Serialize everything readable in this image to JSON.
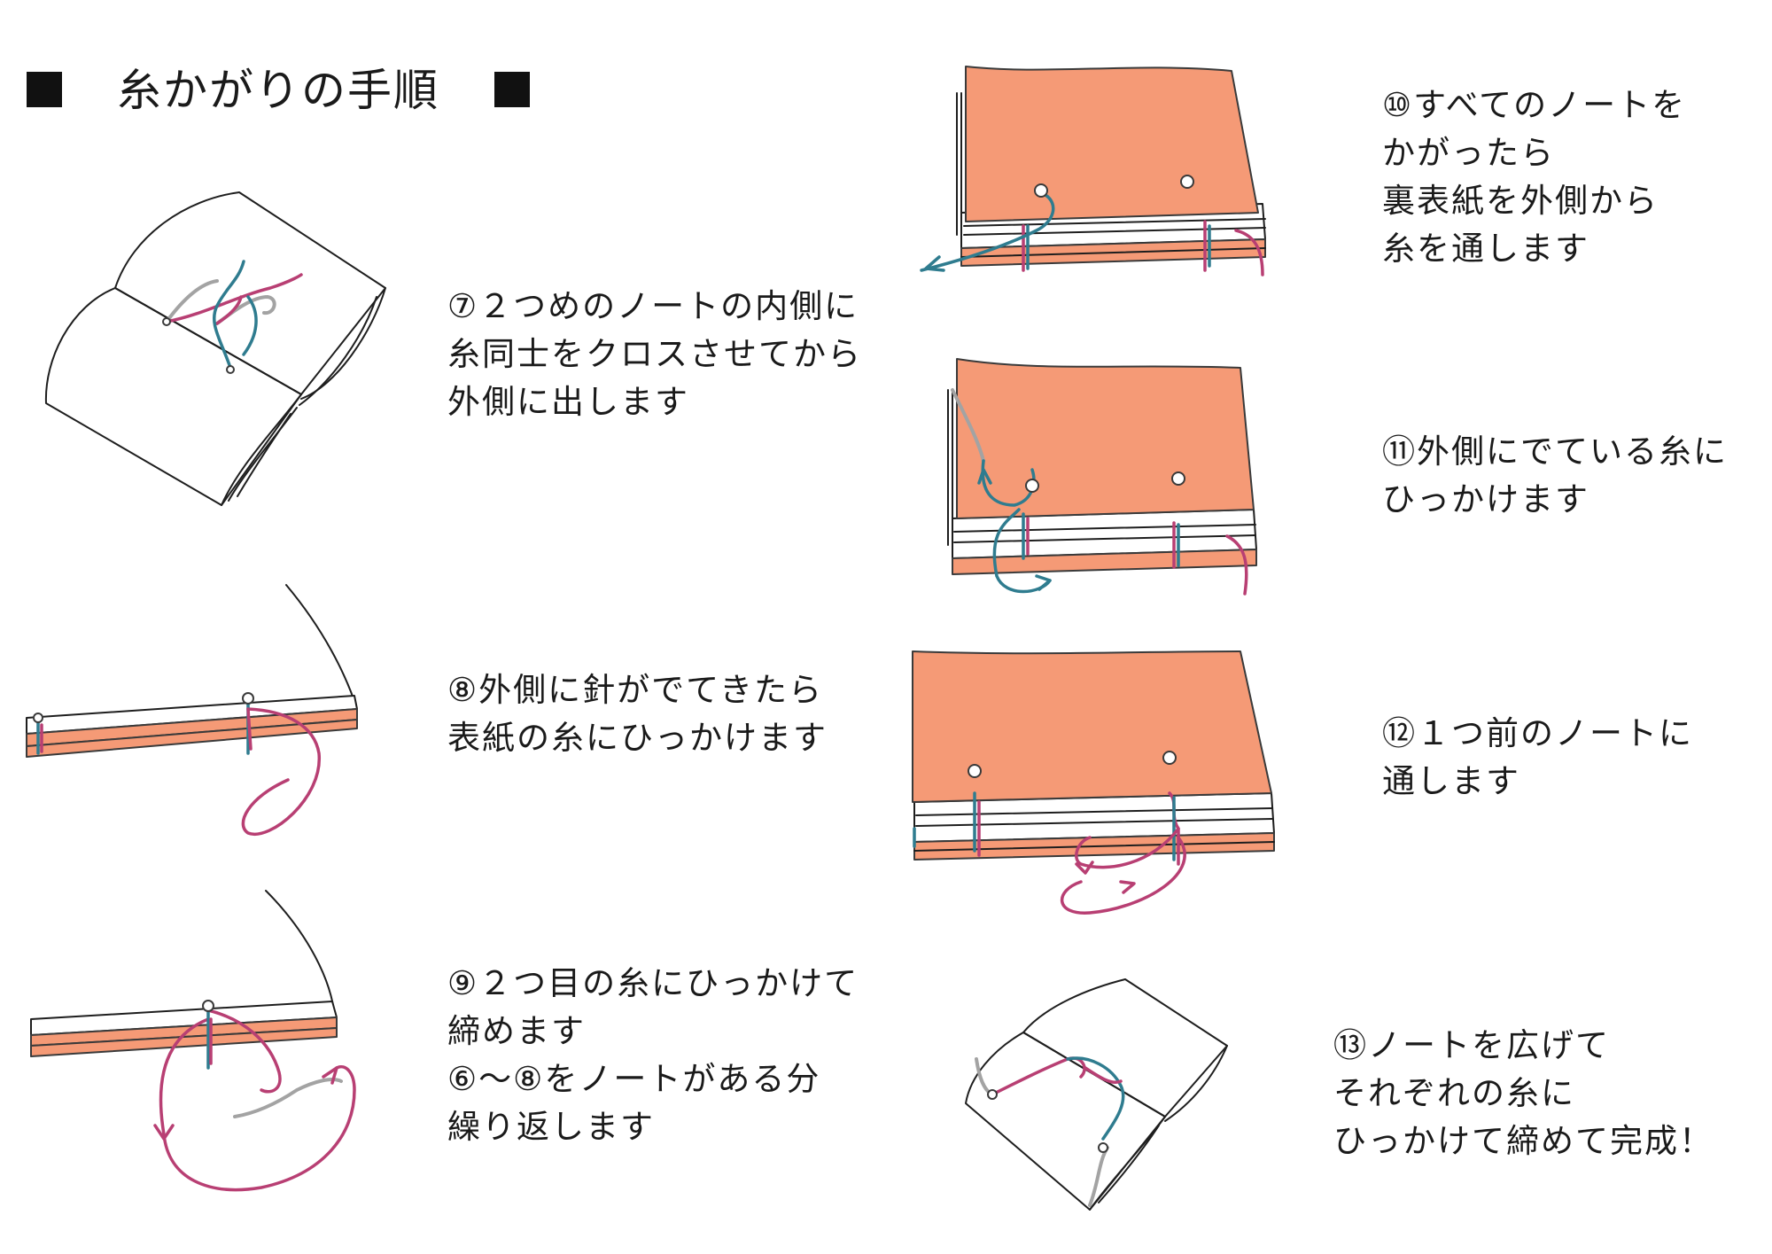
{
  "title": "糸かがりの手順",
  "steps": [
    {
      "id": "7",
      "lines": [
        "⑦２つめのノートの内側に",
        "糸同士をクロスさせてから",
        "外側に出します"
      ]
    },
    {
      "id": "8",
      "lines": [
        "⑧外側に針がでてきたら",
        "表紙の糸にひっかけます"
      ]
    },
    {
      "id": "9",
      "lines": [
        "⑨２つ目の糸にひっかけて",
        "締めます",
        "⑥〜⑧をノートがある分",
        "繰り返します"
      ]
    },
    {
      "id": "10",
      "lines": [
        "⑩すべてのノートを",
        "かがったら",
        "裏表紙を外側から",
        "糸を通します"
      ]
    },
    {
      "id": "11",
      "lines": [
        "⑪外側にでている糸に",
        "ひっかけます"
      ]
    },
    {
      "id": "12",
      "lines": [
        "⑫１つ前のノートに",
        "通します"
      ]
    },
    {
      "id": "13",
      "lines": [
        "⑬ノートを広げて",
        "それぞれの糸に",
        "ひっかけて締めて完成！"
      ]
    }
  ],
  "colors": {
    "cover": "#f59a76",
    "thread_teal": "#2f7c8f",
    "thread_pink": "#b83f73",
    "thread_gray": "#a3a3a3"
  }
}
